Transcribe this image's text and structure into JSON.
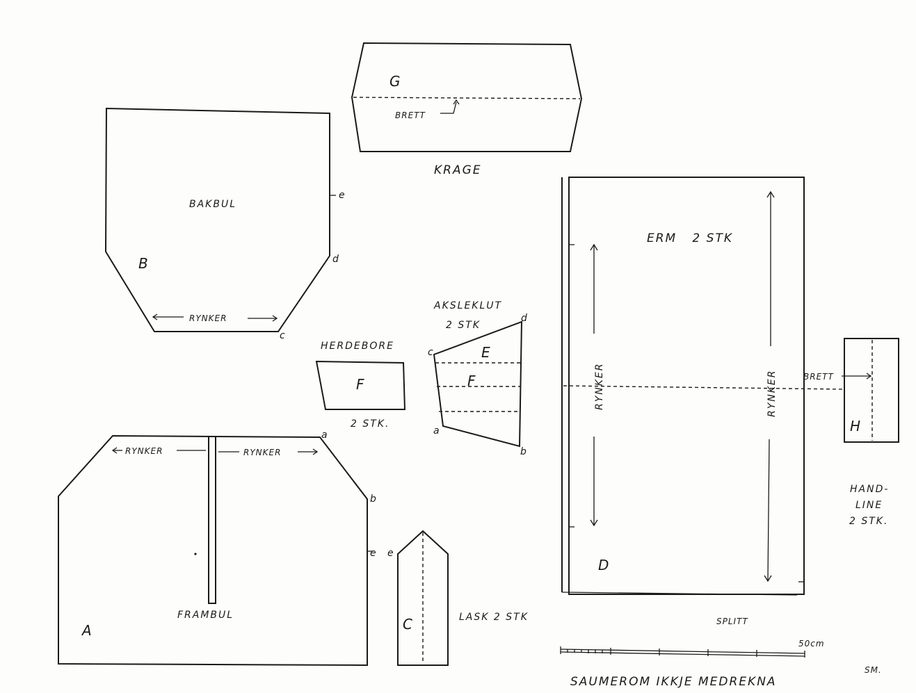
{
  "pieces": {
    "krage": {
      "letter": "G",
      "title": "KRAGE",
      "fold": "BRETT"
    },
    "bakbul": {
      "letter": "B",
      "title": "BAKBUL",
      "gather": "RYNKER",
      "points": [
        "e",
        "d",
        "c"
      ]
    },
    "herdebore": {
      "letter": "F",
      "title": "HERDEBORE",
      "count": "2 STK."
    },
    "aksleklut": {
      "title": "AKSLEKLUT",
      "count": "2 STK",
      "letters": [
        "E",
        "F"
      ],
      "points": [
        "d",
        "c",
        "a",
        "b"
      ]
    },
    "frambul": {
      "letter": "A",
      "title": "FRAMBUL",
      "gather_left": "RYNKER",
      "gather_right": "RYNKER",
      "points": [
        "a",
        "b",
        "e"
      ]
    },
    "lask": {
      "letter": "C",
      "title": "LASK 2 STK",
      "points": [
        "e"
      ]
    },
    "erm": {
      "letter": "D",
      "title": "ERM   2 STK",
      "gather_left": "RYNKER",
      "gather_right": "RYNKER",
      "slit": "SPLITT"
    },
    "handline": {
      "letter": "H",
      "fold": "BRETT",
      "title_lines": [
        "HAND-",
        "LINE",
        "2 STK."
      ]
    }
  },
  "scale": {
    "label": "50cm"
  },
  "note": "SAUMEROM IKKJE MEDREKNA",
  "signature": "SM."
}
